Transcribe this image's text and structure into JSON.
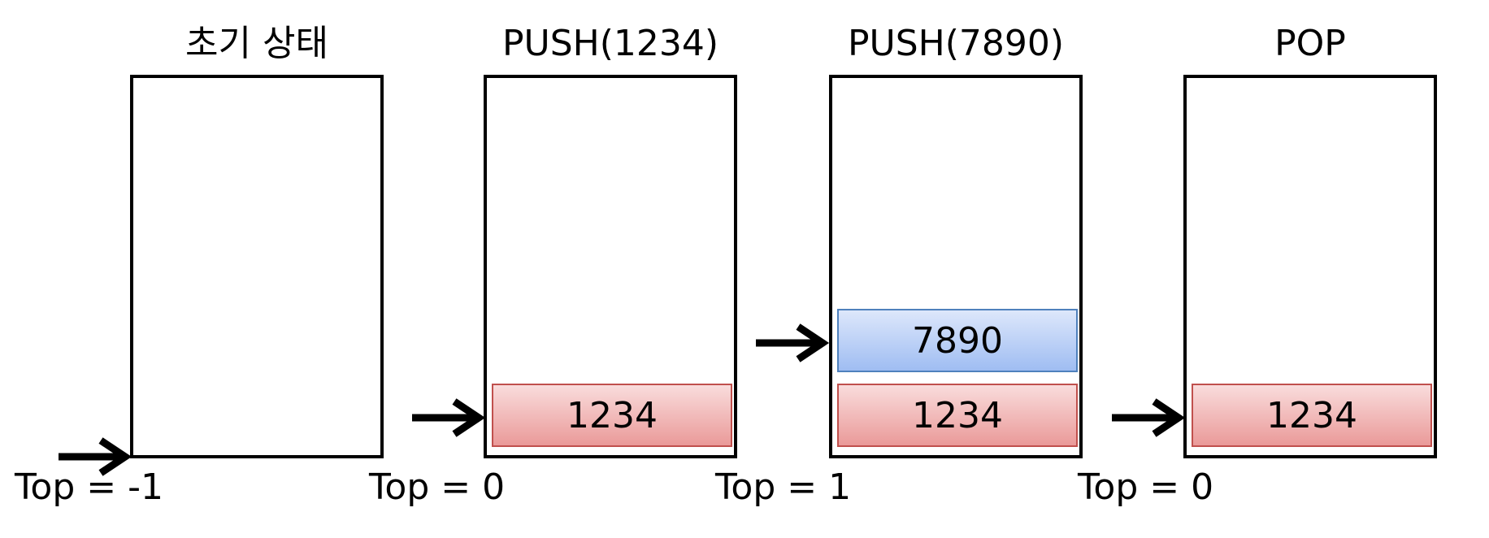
{
  "stages": [
    {
      "title": "초기 상태",
      "cells": [],
      "pointer_label": "Top = -1"
    },
    {
      "title": "PUSH(1234)",
      "cells": [
        "1234"
      ],
      "pointer_label": "Top = 0"
    },
    {
      "title": "PUSH(7890)",
      "cells": [
        "1234",
        "7890"
      ],
      "pointer_label": "Top = 1"
    },
    {
      "title": "POP",
      "cells": [
        "1234"
      ],
      "pointer_label": "Top = 0"
    }
  ],
  "colors": {
    "cell_1234": "#ea9a99",
    "cell_7890": "#9fbdf2"
  },
  "icons": {
    "pointer": "right-arrow-icon"
  }
}
